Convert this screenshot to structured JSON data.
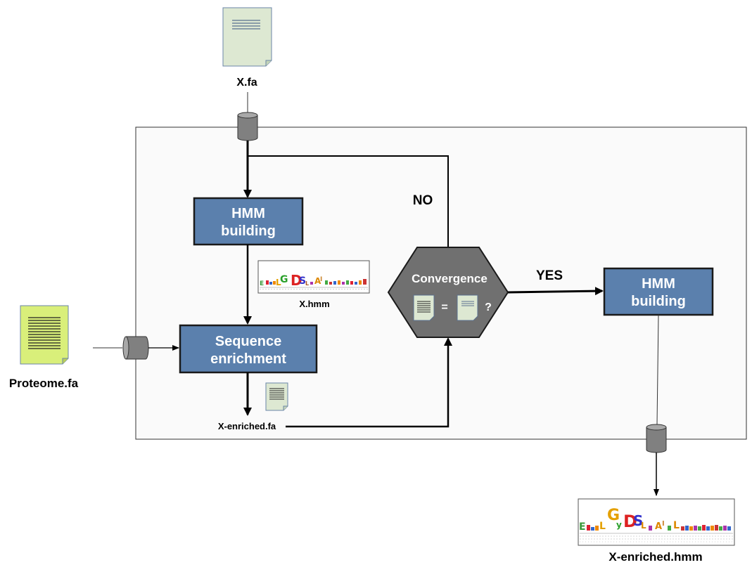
{
  "files": {
    "input": "X.fa",
    "proteome": "Proteome.fa",
    "model": "X.hmm",
    "enriched_seqs": "X-enriched.fa",
    "output_model": "X-enriched.hmm"
  },
  "steps": {
    "hmm_building": [
      "HMM",
      "building"
    ],
    "sequence_enrichment": [
      "Sequence",
      "enrichment"
    ],
    "final_hmm_building": [
      "HMM",
      "building"
    ]
  },
  "decision": {
    "label": "Convergence",
    "equals": "=",
    "question": "?",
    "no": "NO",
    "yes": "YES"
  },
  "colors": {
    "process_box": "#5b80ad",
    "process_border": "#1a1a1a",
    "decision": "#707070",
    "document": "#dde8d2",
    "proteome_document": "#d9ef7a",
    "database": "#808080",
    "container": "#fafafa"
  }
}
